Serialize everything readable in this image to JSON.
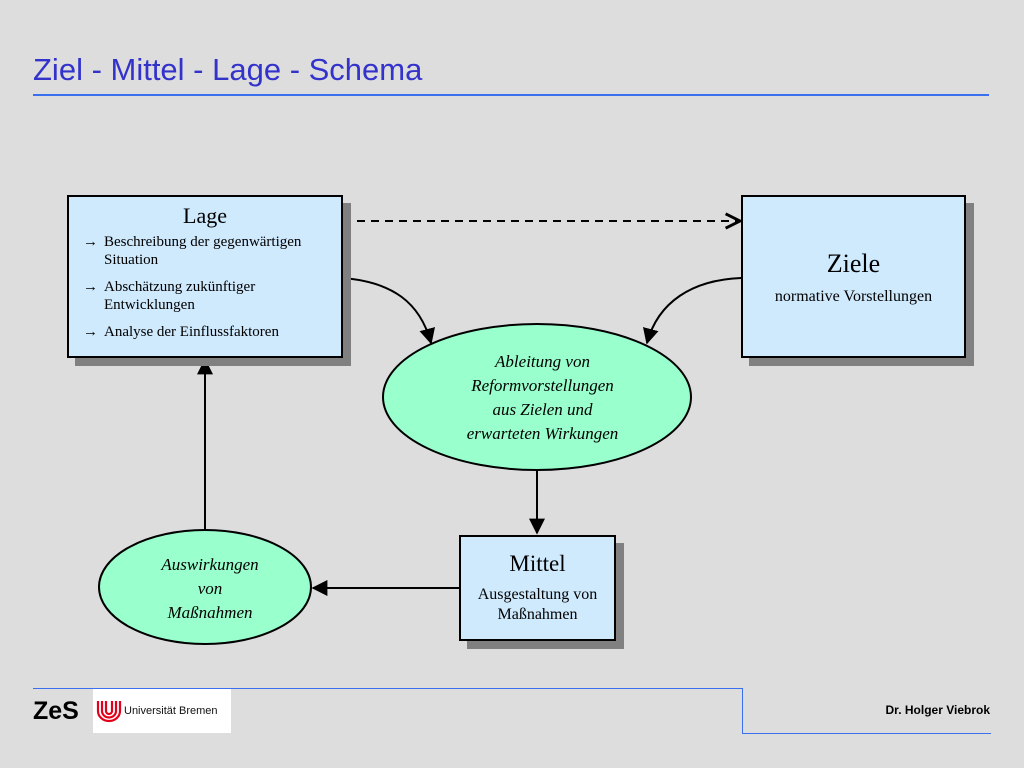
{
  "slide": {
    "title": "Ziel - Mittel - Lage - Schema"
  },
  "diagram": {
    "lage": {
      "title": "Lage",
      "items": [
        "Beschreibung der gegenwärtigen Situation",
        "Abschätzung zukünftiger Entwicklungen",
        "Analyse der Einflussfaktoren"
      ]
    },
    "ziele": {
      "title": "Ziele",
      "subtitle": "normative Vorstellungen"
    },
    "ableitung": {
      "lines": [
        "Ableitung von",
        "Reformvorstellungen",
        "aus Zielen und",
        "erwarteten Wirkungen"
      ]
    },
    "mittel": {
      "title": "Mittel",
      "lines": [
        "Ausgestaltung von",
        "Maßnahmen"
      ]
    },
    "auswirkungen": {
      "lines": [
        "Auswirkungen",
        "von",
        "Maßnahmen"
      ]
    },
    "colors": {
      "box_fill": "#cfe9fd",
      "ellipse_fill": "#99ffcc",
      "shadow": "#808080",
      "title_color": "#3333cc",
      "rule_color": "#3a6ff0"
    }
  },
  "footer": {
    "logo_text": "ZeS",
    "university": "Universität Bremen",
    "university_icon": "uni-bremen-logo-icon",
    "author": "Dr. Holger Viebrok"
  }
}
